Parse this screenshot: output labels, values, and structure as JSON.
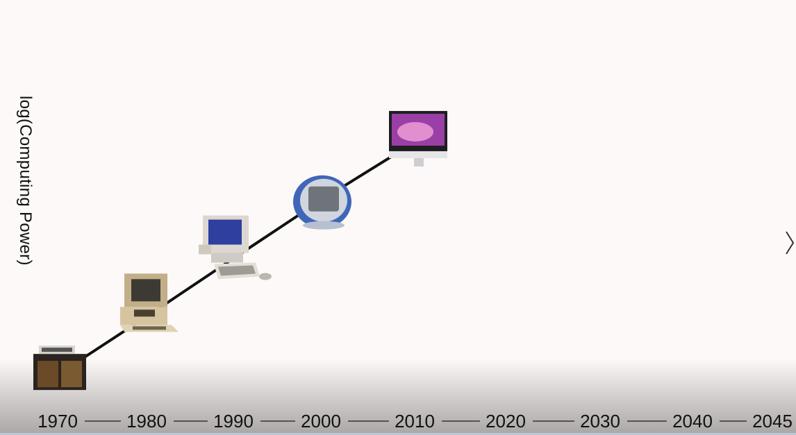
{
  "chart_data": {
    "type": "line",
    "title": "",
    "xlabel": "",
    "ylabel": "log(Computing Power)",
    "x_ticks": [
      "1970",
      "1980",
      "1990",
      "2000",
      "2010",
      "2020",
      "2030",
      "2040",
      "2045"
    ],
    "x": [
      1970,
      1980,
      1990,
      2000,
      2010
    ],
    "y": [
      1,
      2.5,
      4,
      5.5,
      7
    ],
    "markers": [
      "minicomputer-icon",
      "apple-ii-icon",
      "macintosh-classic-icon",
      "imac-g3-icon",
      "imac-aluminum-icon"
    ],
    "grid": false,
    "legend": false
  },
  "controls": {
    "next_icon": "chevron-right-icon"
  },
  "colors": {
    "background": "#fcf9f8",
    "line": "#111111",
    "axis_text": "#111111"
  }
}
